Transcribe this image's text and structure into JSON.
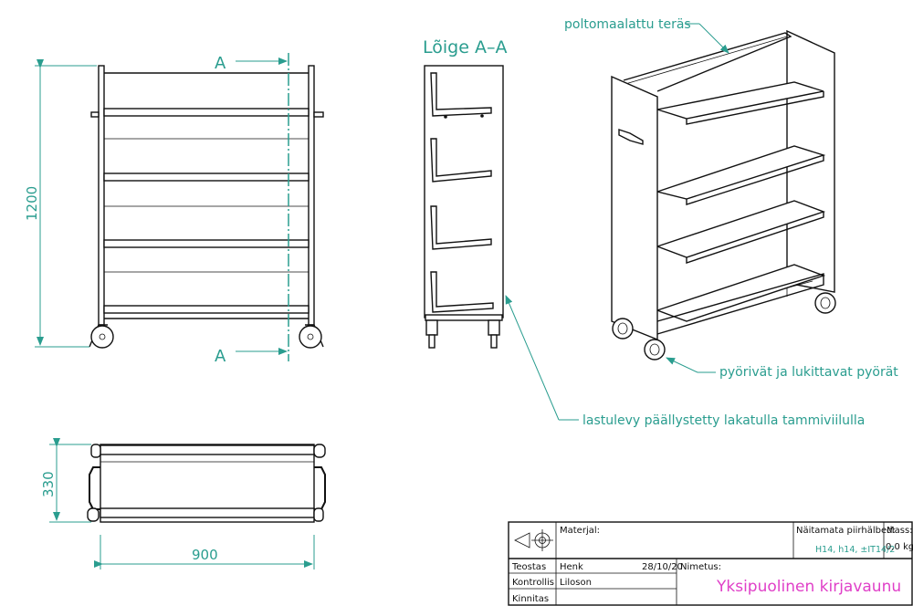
{
  "section": {
    "title": "Lõige A–A",
    "marker": "A"
  },
  "dimensions": {
    "height": "1200",
    "width": "900",
    "depth": "330"
  },
  "callouts": {
    "steel": "poltomaalattu teräs",
    "wheels": "pyörivät ja lukittavat pyörät",
    "board": "lastulevy päällystetty lakatulla tammiviilulla"
  },
  "title_block": {
    "material_label": "Materjal:",
    "tolerance_label": "Näitamata piirhälbed:",
    "tolerance_value": "H14, h14, ±IT14/2",
    "mass_label": "Mass:",
    "mass_value": "0,0 kg",
    "rows": [
      {
        "role": "Teostas",
        "name": "Henk",
        "date": "28/10/20"
      },
      {
        "role": "Kontrollis",
        "name": "Liloson",
        "date": ""
      },
      {
        "role": "Kinnitas",
        "name": "",
        "date": ""
      }
    ],
    "name_label": "Nimetus:",
    "name_value": "Yksipuolinen kirjavaunu"
  },
  "colors": {
    "dimension": "#2a9d8f",
    "title": "#e040c8",
    "line": "#111111"
  }
}
